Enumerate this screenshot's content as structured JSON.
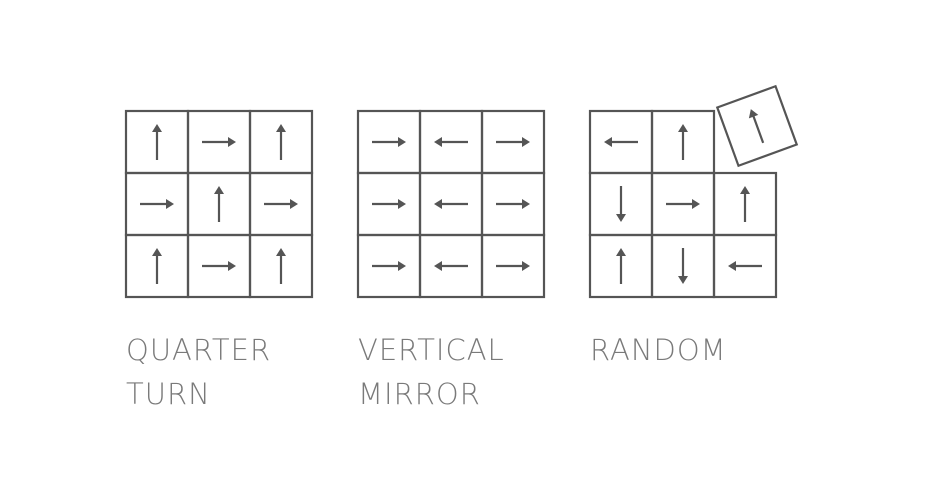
{
  "colors": {
    "stroke": "#555555",
    "label": "#7a7a7a"
  },
  "panels": [
    {
      "id": "quarter-turn",
      "label_lines": [
        "QUARTER",
        "TURN"
      ],
      "arrows": [
        [
          "up",
          "right",
          "up"
        ],
        [
          "right",
          "up",
          "right"
        ],
        [
          "up",
          "right",
          "up"
        ]
      ]
    },
    {
      "id": "vertical-mirror",
      "label_lines": [
        "VERTICAL",
        "MIRROR"
      ],
      "arrows": [
        [
          "right",
          "left",
          "right"
        ],
        [
          "right",
          "left",
          "right"
        ],
        [
          "right",
          "left",
          "right"
        ]
      ]
    },
    {
      "id": "random",
      "label_lines": [
        "RANDOM"
      ],
      "arrows": [
        [
          "left",
          "up",
          null
        ],
        [
          "down",
          "right",
          "up"
        ],
        [
          "up",
          "down",
          "left"
        ]
      ],
      "displaced_tile": {
        "arrow": "up",
        "rotation_deg": -20
      }
    }
  ]
}
